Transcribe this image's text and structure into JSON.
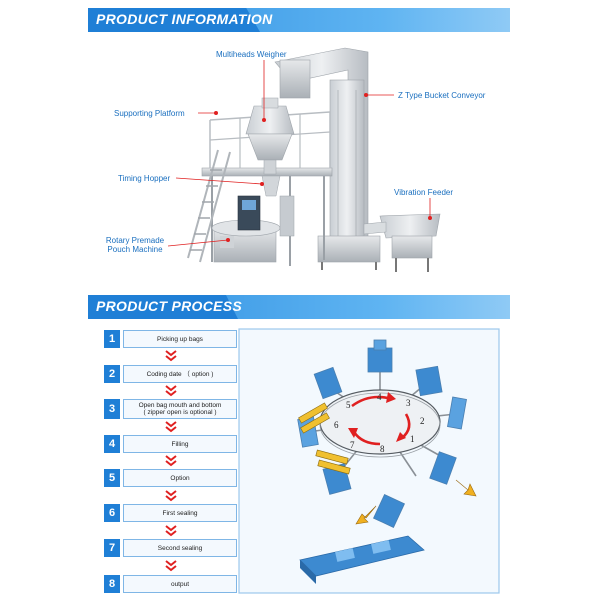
{
  "info_banner": {
    "title": "PRODUCT INFORMATION"
  },
  "process_banner": {
    "title": "PRODUCT PROCESS"
  },
  "labels": {
    "weigher": "Multiheads Weigher",
    "conveyor": "Z Type Bucket Conveyor",
    "platform": "Supporting Platform",
    "hopper": "Timing Hopper",
    "feeder": "Vibration Feeder",
    "rotary_line1": "Rotary Premade",
    "rotary_line2": "Pouch Machine"
  },
  "steps": [
    {
      "num": "1",
      "text": "Picking up bags"
    },
    {
      "num": "2",
      "text": "Coding date （ option )"
    },
    {
      "num": "3",
      "text_line1": "Open bag mouth and bottom",
      "text_line2": "( zipper open is optional )"
    },
    {
      "num": "4",
      "text": "Filling"
    },
    {
      "num": "5",
      "text": "Option"
    },
    {
      "num": "6",
      "text": "First sealing"
    },
    {
      "num": "7",
      "text": "Second sealing"
    },
    {
      "num": "8",
      "text": "output"
    }
  ],
  "wheel_numbers": [
    "1",
    "2",
    "3",
    "4",
    "5",
    "6",
    "7",
    "8"
  ],
  "colors": {
    "accent": "#1f7fd6",
    "label": "#1a6fbf",
    "arrow": "#e02020"
  }
}
